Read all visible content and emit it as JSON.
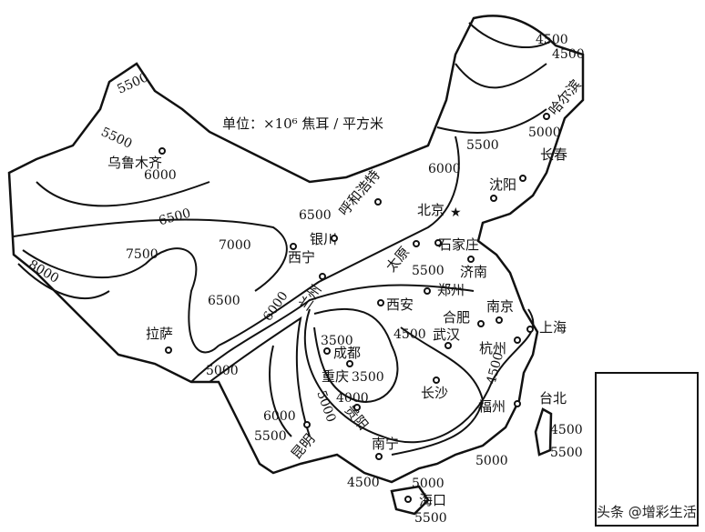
{
  "unit_label": "单位：×10⁶ 焦耳 / 平方米",
  "watermark": "头条 @增彩生活",
  "cities": [
    {
      "name": "乌鲁木齐"
    },
    {
      "name": "拉萨"
    },
    {
      "name": "西宁"
    },
    {
      "name": "兰州"
    },
    {
      "name": "银川"
    },
    {
      "name": "呼和浩特"
    },
    {
      "name": "北京"
    },
    {
      "name": "太原"
    },
    {
      "name": "石家庄"
    },
    {
      "name": "济南"
    },
    {
      "name": "郑州"
    },
    {
      "name": "西安"
    },
    {
      "name": "合肥"
    },
    {
      "name": "南京"
    },
    {
      "name": "上海"
    },
    {
      "name": "武汉"
    },
    {
      "name": "杭州"
    },
    {
      "name": "长沙"
    },
    {
      "name": "福州"
    },
    {
      "name": "成都"
    },
    {
      "name": "重庆"
    },
    {
      "name": "贵阳"
    },
    {
      "name": "昆明"
    },
    {
      "name": "南宁"
    },
    {
      "name": "海口"
    },
    {
      "name": "台北"
    },
    {
      "name": "哈尔滨"
    },
    {
      "name": "长春"
    },
    {
      "name": "沈阳"
    }
  ],
  "isoline_labels": [
    "4500",
    "4500",
    "5500",
    "5500",
    "6000",
    "5500",
    "5000",
    "6000",
    "6500",
    "6500",
    "7000",
    "7500",
    "8000",
    "5500",
    "6500",
    "6000",
    "3500",
    "4500",
    "5000",
    "3500",
    "4000",
    "5000",
    "6000",
    "5500",
    "4500",
    "4500",
    "5500",
    "5000",
    "4500",
    "5000",
    "5500"
  ]
}
